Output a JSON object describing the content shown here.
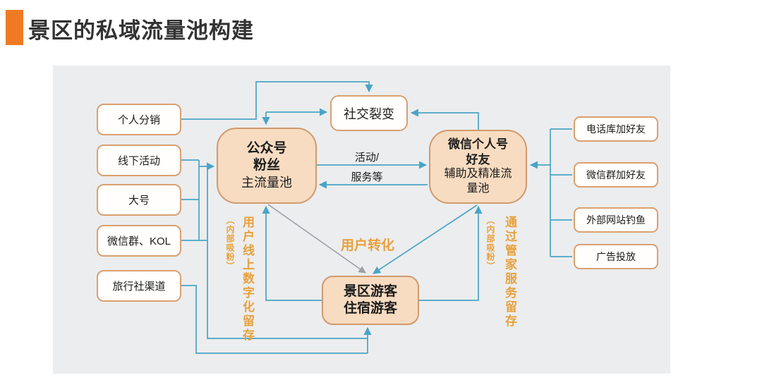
{
  "slide": {
    "title": "景区的私域流量池构建"
  },
  "diagram": {
    "left_sources": [
      "个人分销",
      "线下活动",
      "大号",
      "微信群、KOL",
      "旅行社渠道"
    ],
    "right_sources": [
      "电话库加好友",
      "微信群加好友",
      "外部网站钓鱼",
      "广告投放"
    ],
    "nodes": {
      "social_fission": "社交裂变",
      "official_account": {
        "line1": "公众号",
        "line2": "粉丝",
        "line3": "主流量池"
      },
      "personal_wechat": {
        "line1": "微信个人号",
        "line2": "好友",
        "line3": "辅助及精准流量池"
      },
      "visitors": {
        "line1": "景区游客",
        "line2": "住宿游客"
      }
    },
    "edge_labels": {
      "activity": "活动/",
      "service": "服务等",
      "user_conversion": "用户转化",
      "left_retention": "用户线上数字化留存",
      "left_retention_note": "（内部吸粉）",
      "right_retention": "通过管家服务留存",
      "right_retention_note": "（内部吸粉）"
    },
    "colors": {
      "accent_orange": "#ee7b23",
      "label_orange": "#e8a13c",
      "line_teal": "#49a4c6",
      "line_gray": "#9aa0a6",
      "box_border": "#d09a6e",
      "box_fill_peach": "#f7dcc1",
      "canvas_bg": "#ecedee"
    }
  }
}
